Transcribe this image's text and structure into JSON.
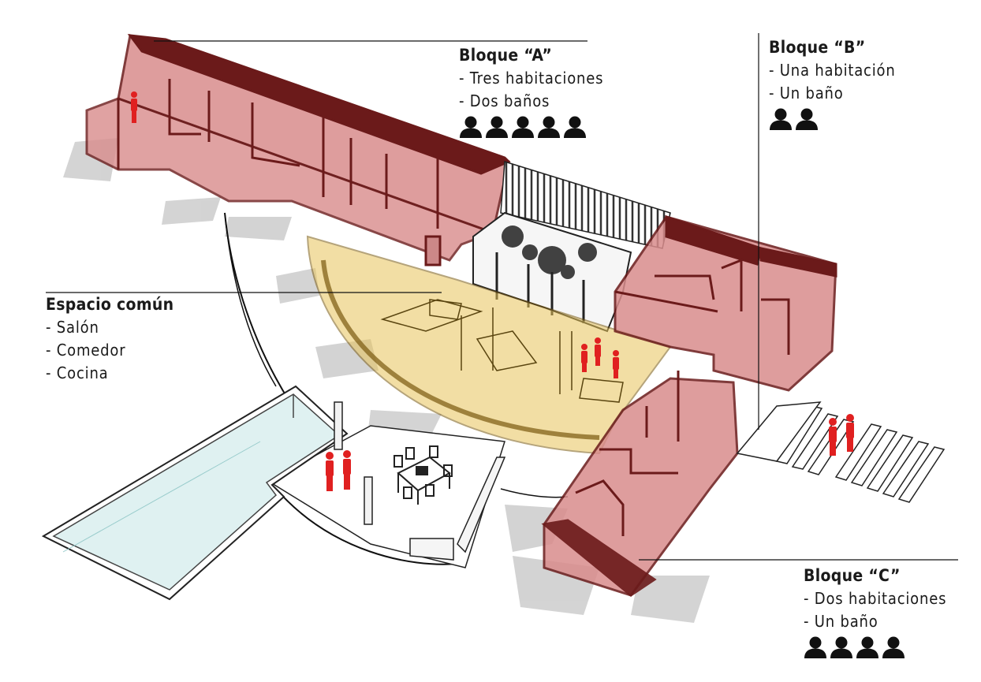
{
  "colors": {
    "block": "#d98c8c",
    "block_edge": "#6b1a1a",
    "common": "#e8c45a",
    "common_edge": "#7a5a10",
    "pool": "#dff1f1",
    "people": "#e02020",
    "shadow": "#c8c8c8"
  },
  "labels": [
    {
      "id": "bloque-a",
      "title": "Bloque “A”",
      "items": [
        "- Tres habitaciones",
        "- Dos baños"
      ],
      "persons": 5
    },
    {
      "id": "bloque-b",
      "title": "Bloque “B”",
      "items": [
        "- Una habitación",
        "- Un baño"
      ],
      "persons": 2
    },
    {
      "id": "espacio-comun",
      "title": "Espacio común",
      "items": [
        "- Salón",
        "- Comedor",
        "- Cocina"
      ],
      "persons": 0
    },
    {
      "id": "bloque-c",
      "title": "Bloque “C”",
      "items": [
        "- Dos habitaciones",
        "- Un baño"
      ],
      "persons": 4
    }
  ]
}
